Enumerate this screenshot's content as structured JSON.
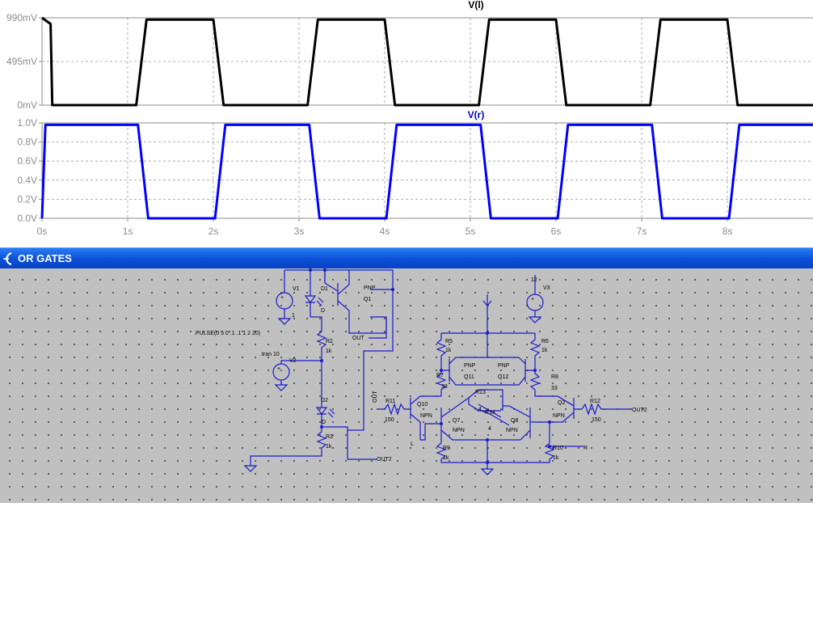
{
  "chart_data": [
    {
      "type": "line",
      "title": "V(l)",
      "title_color": "#000000",
      "series_color": "#000000",
      "ylim": [
        0,
        0.99
      ],
      "yticks": [
        0,
        0.495,
        0.99
      ],
      "ytick_labels": [
        "0mV",
        "495mV",
        "990mV"
      ],
      "xlim": [
        0,
        9
      ],
      "xgrid": [
        1,
        2,
        3,
        4,
        5,
        6,
        7,
        8
      ],
      "xtick_labels": [],
      "x": [
        0,
        0.1,
        0.12,
        1.1,
        1.22,
        2.0,
        2.12,
        3.1,
        3.22,
        4.0,
        4.12,
        5.1,
        5.22,
        6.0,
        6.12,
        7.1,
        7.22,
        8.0,
        8.12,
        9.0
      ],
      "values": [
        0.99,
        0.92,
        0.0,
        0.0,
        0.97,
        0.97,
        0.0,
        0.0,
        0.97,
        0.97,
        0.0,
        0.0,
        0.97,
        0.97,
        0.0,
        0.0,
        0.97,
        0.97,
        0.0,
        0.0
      ]
    },
    {
      "type": "line",
      "title": "V(r)",
      "title_color": "#0000cc",
      "series_color": "#0000ff",
      "ylim": [
        0,
        1.0
      ],
      "yticks": [
        0,
        0.2,
        0.4,
        0.6,
        0.8,
        1.0
      ],
      "ytick_labels": [
        "0.0V",
        "0.2V",
        "0.4V",
        "0.6V",
        "0.8V",
        "1.0V"
      ],
      "xlim": [
        0,
        9
      ],
      "xgrid": [
        1,
        2,
        3,
        4,
        5,
        6,
        7,
        8
      ],
      "xticks": [
        0,
        1,
        2,
        3,
        4,
        5,
        6,
        7,
        8
      ],
      "xtick_labels": [
        "0s",
        "1s",
        "2s",
        "3s",
        "4s",
        "5s",
        "6s",
        "7s",
        "8s"
      ],
      "x": [
        0,
        0.04,
        1.12,
        1.24,
        2.02,
        2.14,
        3.12,
        3.24,
        4.02,
        4.14,
        5.12,
        5.24,
        6.02,
        6.14,
        7.12,
        7.24,
        8.02,
        8.14,
        9.0
      ],
      "values": [
        0.0,
        0.98,
        0.98,
        0.0,
        0.0,
        0.98,
        0.98,
        0.0,
        0.0,
        0.98,
        0.98,
        0.0,
        0.0,
        0.98,
        0.98,
        0.0,
        0.0,
        0.98,
        0.98
      ]
    }
  ],
  "window": {
    "title": "OR GATES"
  },
  "schematic": {
    "labels": {
      "v1": "V1",
      "v1_val": "1",
      "v2": "V2",
      "v3": "V3",
      "v3_top": "12",
      "d1": "D1",
      "d1_sub": "D",
      "d2": "D2",
      "d2_sub": "D",
      "q1": "Q1",
      "q1_type": "PNP",
      "r2": "R2",
      "r2_val": "1k",
      "r3": "R3",
      "r3_val": "1k",
      "pulse": ".PULSE(0 5 0 .1 .1 1 2 20)",
      "tran": ".tran 10",
      "out": "OUT",
      "out2_left": "OUT2",
      "out_vertical": "OUT",
      "r5": "R5",
      "r5_val": "1k",
      "r6": "R6",
      "r6_val": "1k",
      "r7": "R7",
      "r7_val": "33",
      "r8": "R8",
      "r8_val": "33",
      "q11": "Q11",
      "q12": "Q12",
      "q11_type": "PNP",
      "q12_type": "PNP",
      "r11": "R11",
      "r11_val": "150",
      "r12": "R12",
      "r12_val": "150",
      "q10": "Q10",
      "q10_type": "NPN",
      "q2": "Q2",
      "q2_type": "NPN",
      "r13": "R13",
      "r13_val": "4",
      "r14": "R14",
      "r14_val": "4",
      "q7": "Q7",
      "q7_type": "NPN",
      "q8": "Q8",
      "q8_type": "NPN",
      "r9": "R9",
      "r9_val": "1k",
      "r10": "R10",
      "r10_val": "1k",
      "l": "L",
      "r": "R",
      "out2_right": "OUT2"
    }
  }
}
